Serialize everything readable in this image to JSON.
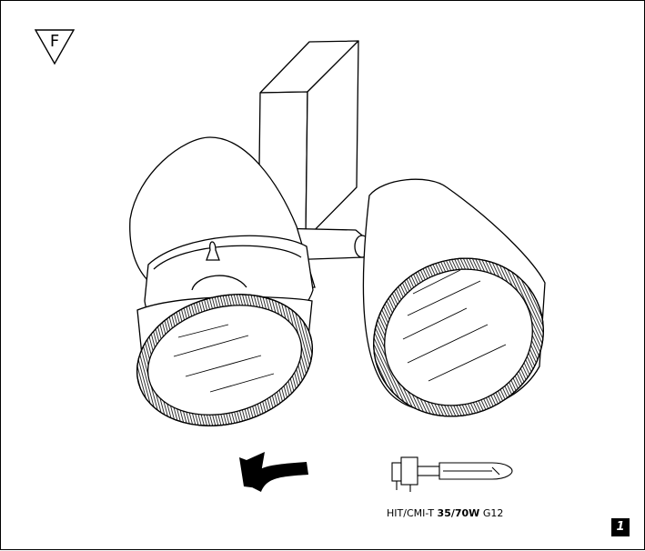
{
  "mark": {
    "letter": "F"
  },
  "lamp": {
    "type_prefix": "HIT/CMI-T ",
    "wattage": "35/70W",
    "base": " G12"
  },
  "figure": {
    "number": "1"
  },
  "colors": {
    "line": "#000000",
    "background": "#ffffff",
    "badge": "#000000"
  },
  "icons": [
    "f-triangle-icon",
    "rotate-arrow-icon",
    "lamp-bulb-icon"
  ]
}
